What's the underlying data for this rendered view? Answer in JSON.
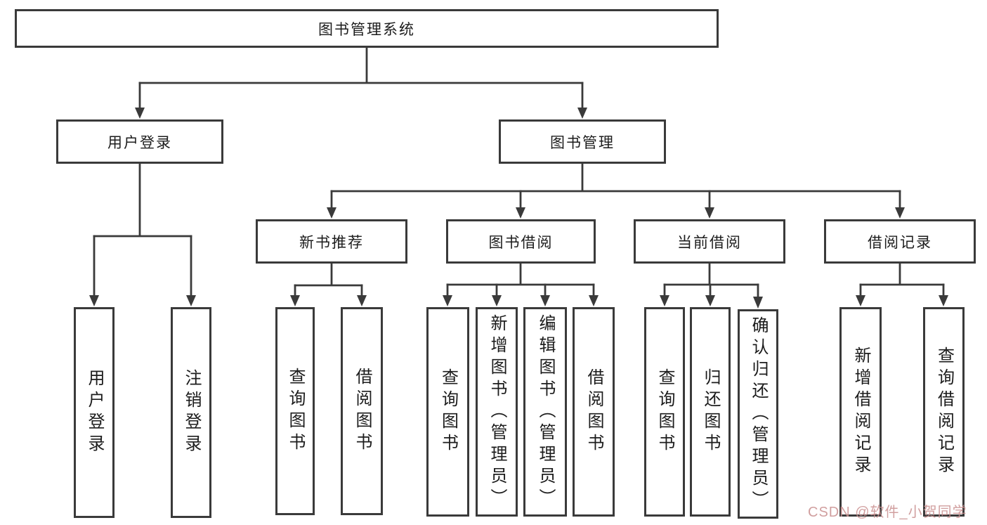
{
  "tree": {
    "root": {
      "label": "图书管理系统"
    },
    "children": [
      {
        "label": "用户登录",
        "children": [
          {
            "label": "用户登录"
          },
          {
            "label": "注销登录"
          }
        ]
      },
      {
        "label": "图书管理",
        "children": [
          {
            "label": "新书推荐",
            "children": [
              {
                "label": "查询图书"
              },
              {
                "label": "借阅图书"
              }
            ]
          },
          {
            "label": "图书借阅",
            "children": [
              {
                "label": "查询图书"
              },
              {
                "label": "新增图书（管理员）"
              },
              {
                "label": "编辑图书（管理员）"
              },
              {
                "label": "借阅图书"
              }
            ]
          },
          {
            "label": "当前借阅",
            "children": [
              {
                "label": "查询图书"
              },
              {
                "label": "归还图书"
              },
              {
                "label": "确认归还（管理员）"
              }
            ]
          },
          {
            "label": "借阅记录",
            "children": [
              {
                "label": "新增借阅记录"
              },
              {
                "label": "查询借阅记录"
              }
            ]
          }
        ]
      }
    ]
  },
  "watermark": {
    "text": "CSDN @软件_小贺同学",
    "color": "#c98f8f"
  },
  "style": {
    "line_color": "#3a3a3a",
    "text_color": "#1c1c1c",
    "background": "#ffffff"
  }
}
